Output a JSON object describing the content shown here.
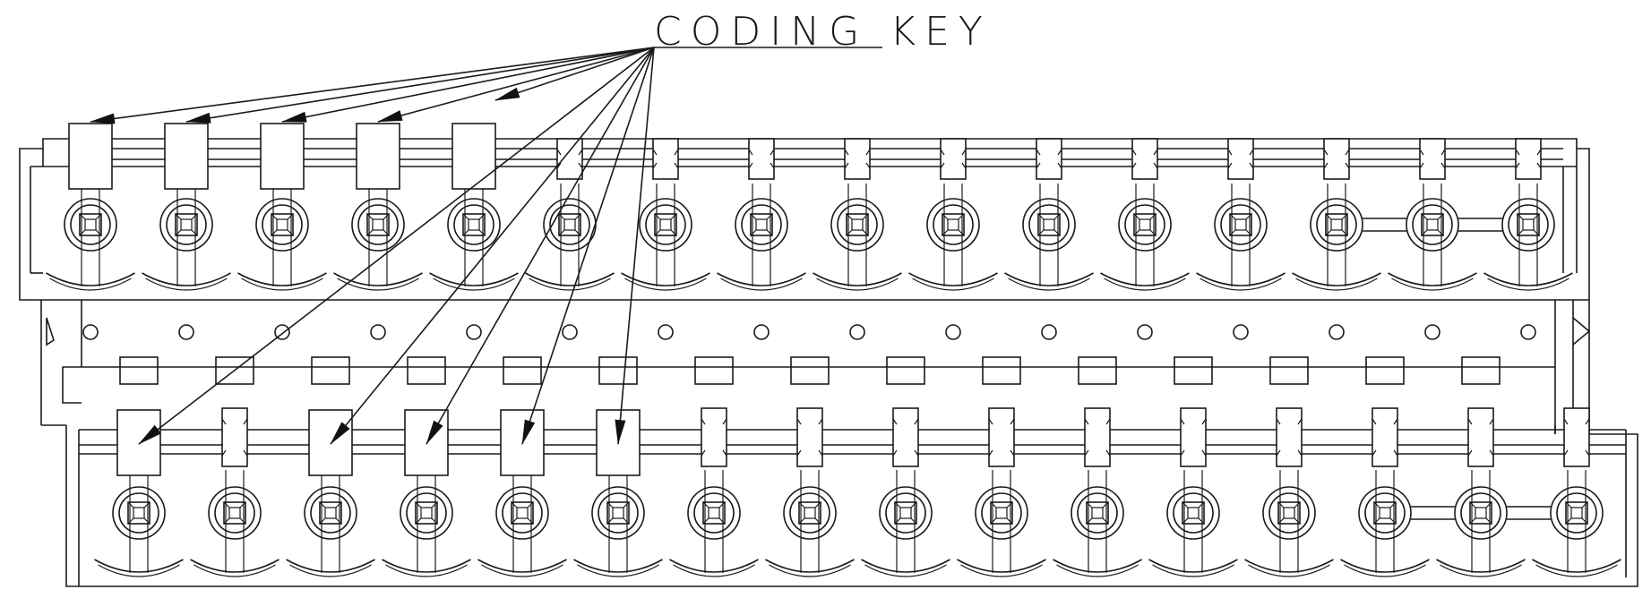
{
  "callout": {
    "label": "CODING KEY"
  },
  "connectors": [
    {
      "name": "upper-terminal-block",
      "positions": 16,
      "coded_positions": [
        1,
        2,
        3,
        4,
        5
      ],
      "jumpered_positions": [
        14,
        15,
        16
      ]
    },
    {
      "name": "lower-terminal-block",
      "positions": 16,
      "coded_positions": [
        1,
        3,
        4,
        5,
        6
      ],
      "jumpered_positions": [
        14,
        15,
        16
      ]
    }
  ],
  "colors": {
    "line": "#1a1a1a",
    "background": "#ffffff"
  }
}
